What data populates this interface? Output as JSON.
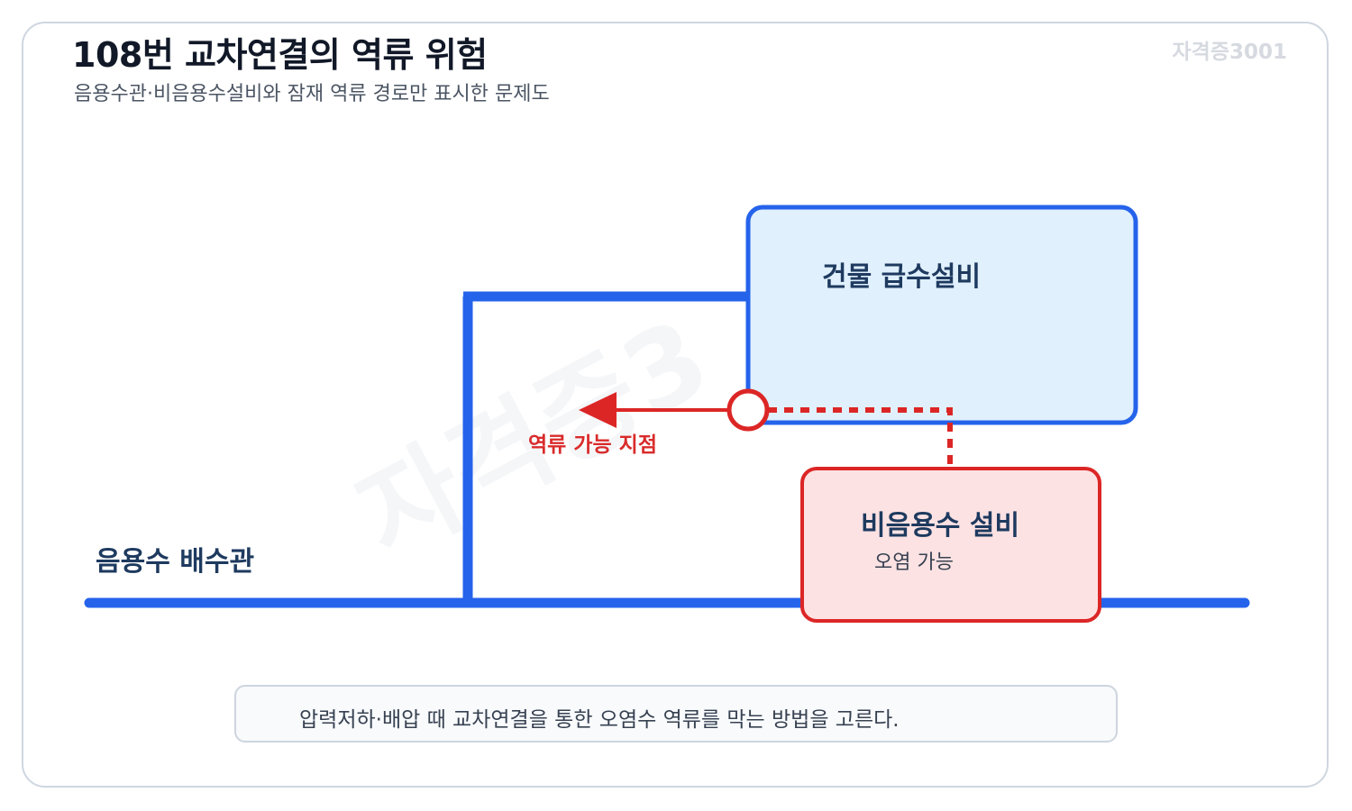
{
  "header": {
    "title": "108번 교차연결의 역류 위험",
    "subtitle": "음용수관·비음용수설비와 잠재 역류 경로만 표시한 문제도",
    "brand": "자격증3001"
  },
  "watermark": "자격증3",
  "diagram": {
    "potable_main_label": "음용수 배수관",
    "building_supply_label": "건물 급수설비",
    "nonpotable_label": "비음용수 설비",
    "nonpotable_note": "오염 가능",
    "backflow_point_label": "역류 가능 지점"
  },
  "caption": "압력저하·배압 때 교차연결을 통한 오염수 역류를 막는 방법을 고른다.",
  "colors": {
    "pipe_blue": "#2563eb",
    "building_fill": "#e0f0fd",
    "danger_red": "#dc2626",
    "nonpotable_fill": "#fde2e3",
    "label_navy": "#1e3a5f"
  },
  "icons": {
    "backflow_arrow": "arrow-left-icon",
    "cross_connection_point": "circle-marker-icon"
  }
}
